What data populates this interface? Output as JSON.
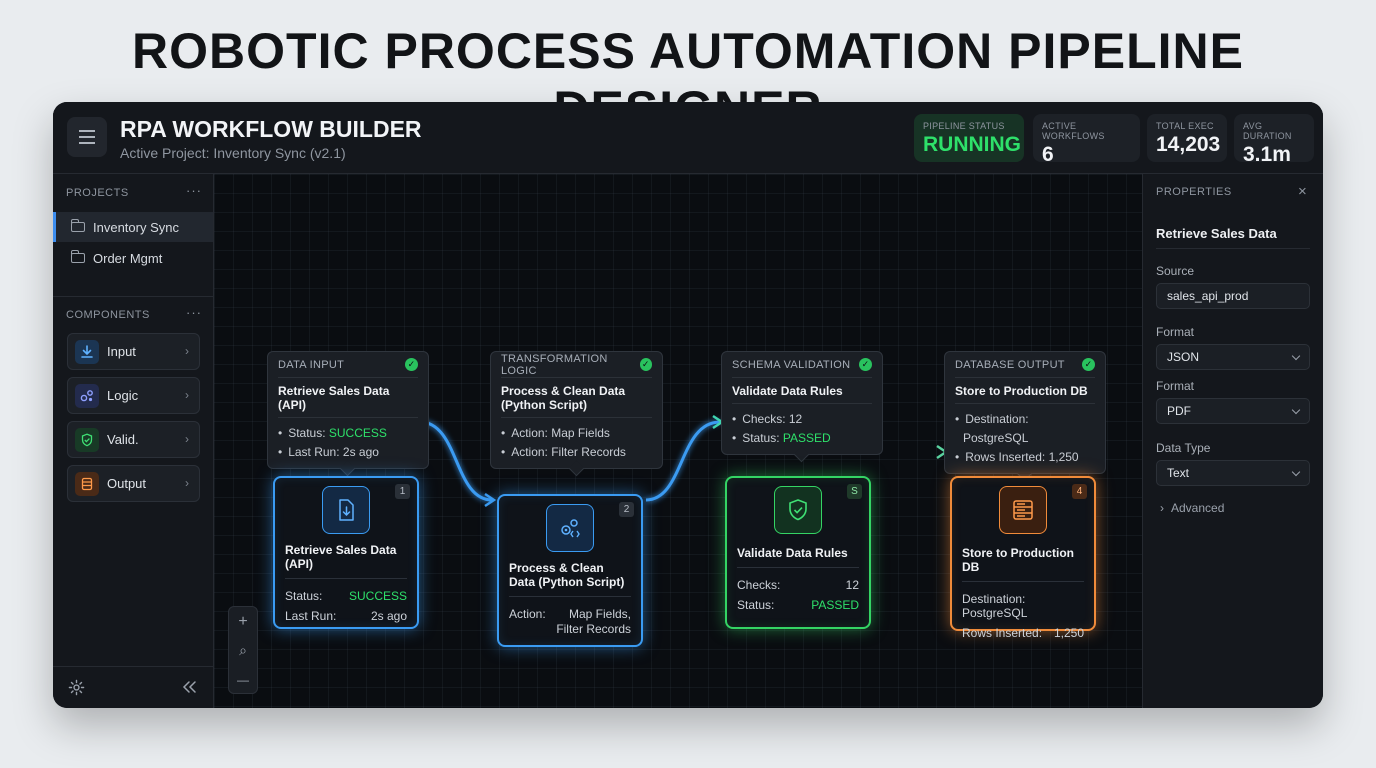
{
  "page_title": "ROBOTIC PROCESS AUTOMATION PIPELINE DESIGNER",
  "header": {
    "title": "RPA WORKFLOW BUILDER",
    "subtitle": "Active Project: Inventory Sync (v2.1)",
    "stats": [
      {
        "label": "PIPELINE STATUS",
        "value": "RUNNING"
      },
      {
        "label": "ACTIVE WORKFLOWS",
        "value": "6"
      },
      {
        "label": "TOTAL EXEC",
        "value": "14,203"
      },
      {
        "label": "AVG DURATION",
        "value": "3.1m"
      }
    ]
  },
  "sidebar": {
    "projects_label": "PROJECTS",
    "projects": [
      {
        "label": "Inventory Sync",
        "active": true
      },
      {
        "label": "Order Mgmt",
        "active": false
      }
    ],
    "components_label": "COMPONENTS",
    "components": [
      {
        "label": "Input",
        "icon": "download-icon",
        "color": "#3a9bf2"
      },
      {
        "label": "Logic",
        "icon": "logic-icon",
        "color": "#6b7cf0"
      },
      {
        "label": "Valid.",
        "icon": "shield-check-icon",
        "color": "#34d464"
      },
      {
        "label": "Output",
        "icon": "database-icon",
        "color": "#f08b3a"
      }
    ],
    "more_symbol": "···"
  },
  "tooltips": [
    {
      "header": "DATA INPUT",
      "title": "Retrieve Sales Data (API)",
      "items": [
        [
          "Status: ",
          "SUCCESS"
        ],
        [
          "Last Run: 2s ago",
          ""
        ]
      ]
    },
    {
      "header": "TRANSFORMATION LOGIC",
      "title": "Process & Clean Data (Python Script)",
      "items": [
        [
          "Action: Map Fields",
          ""
        ],
        [
          "Action: Filter Records",
          ""
        ]
      ]
    },
    {
      "header": "SCHEMA VALIDATION",
      "title": "Validate Data Rules",
      "items": [
        [
          "Checks: 12",
          ""
        ],
        [
          "Status: ",
          "PASSED"
        ]
      ]
    },
    {
      "header": "DATABASE OUTPUT",
      "title": "Store to Production DB",
      "items": [
        [
          "Destination: PostgreSQL",
          ""
        ],
        [
          "Rows Inserted: 1,250",
          ""
        ]
      ]
    }
  ],
  "nodes": [
    {
      "badge": "1",
      "title": "Retrieve Sales Data (API)",
      "rows": [
        [
          "Status:",
          "SUCCESS"
        ],
        [
          "Last Run:",
          "2s ago"
        ]
      ]
    },
    {
      "badge": "2",
      "title": "Process & Clean Data (Python Script)",
      "rows": [
        [
          "Action:",
          "Map Fields,"
        ],
        [
          "",
          "Filter Records"
        ]
      ]
    },
    {
      "badge": "S",
      "title": "Validate Data Rules",
      "rows": [
        [
          "Checks:",
          "12"
        ],
        [
          "Status:",
          "PASSED"
        ]
      ]
    },
    {
      "badge": "4",
      "title": "Store to Production DB",
      "rows": [
        [
          "Destination: PostgreSQL",
          ""
        ],
        [
          "Rows Inserted:",
          "1,250"
        ]
      ]
    }
  ],
  "zoom": {
    "in": "+",
    "fit": "⌕",
    "out": "—"
  },
  "properties": {
    "header": "PROPERTIES",
    "node_title": "Retrieve Sales Data",
    "fields": [
      {
        "label": "Source",
        "value": "sales_api_prod",
        "dropdown": false
      },
      {
        "label": "Format",
        "value": "JSON",
        "dropdown": true
      },
      {
        "label": "Format",
        "value": "PDF",
        "dropdown": true
      },
      {
        "label": "Data Type",
        "value": "Text",
        "dropdown": true
      }
    ],
    "advanced": "Advanced"
  },
  "colors": {
    "blue": "#3a9bf2",
    "green": "#34d464",
    "orange": "#f08b3a",
    "success": "#2ee06a"
  }
}
